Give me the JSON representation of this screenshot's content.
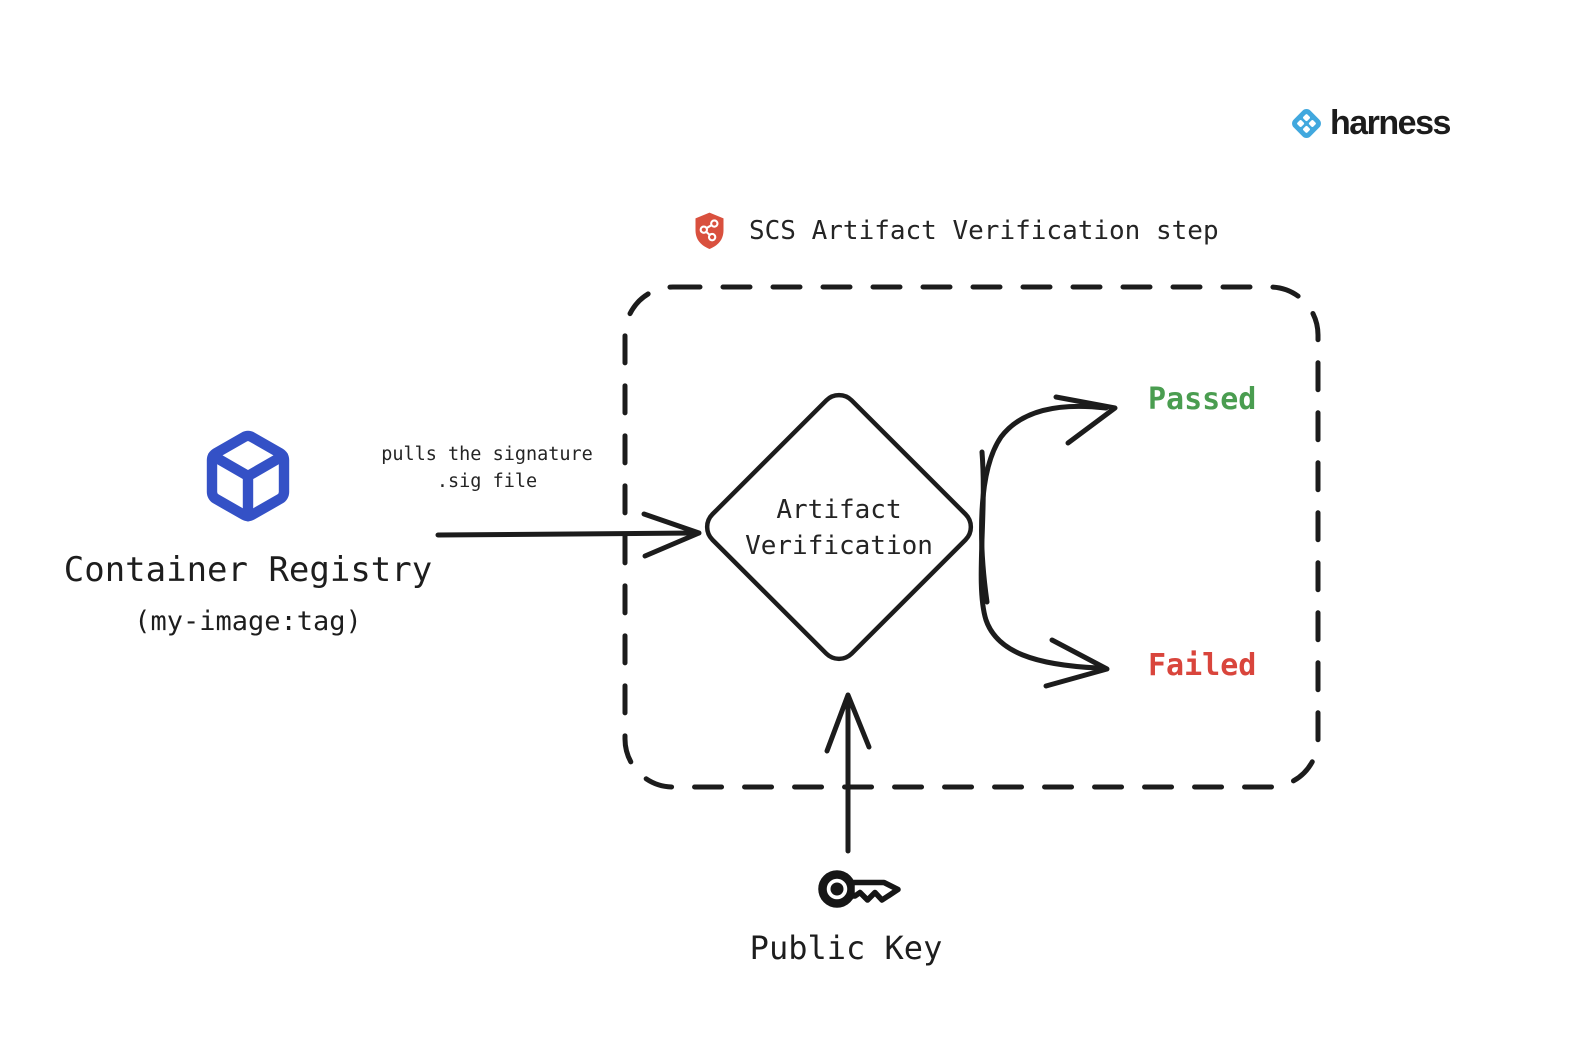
{
  "brand": {
    "wordmark": "harness",
    "icon_color": "#41a8de"
  },
  "step": {
    "title": "SCS Artifact Verification step",
    "shield_color": "#d9503e",
    "results": {
      "passed": {
        "label": "Passed",
        "color": "#4a9d50"
      },
      "failed": {
        "label": "Failed",
        "color": "#d9453c"
      }
    }
  },
  "nodes": {
    "container_registry": {
      "title": "Container Registry",
      "subtitle": "(my-image:tag)",
      "icon_color": "#3451c6"
    },
    "artifact_verification": {
      "line1": "Artifact",
      "line2": "Verification"
    },
    "public_key": {
      "label": "Public Key"
    }
  },
  "edges": {
    "pull_signature": {
      "line1": "pulls the signature",
      "line2": ".sig file"
    }
  },
  "stroke_color": "#1c1c1c"
}
